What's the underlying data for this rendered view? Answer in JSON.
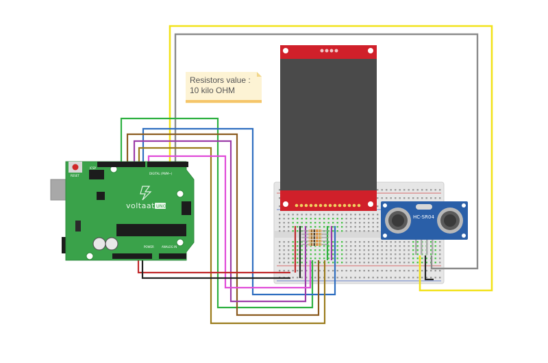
{
  "note": {
    "line1": "Resistors value :",
    "line2": "10 kilo OHM"
  },
  "arduino": {
    "brand": "voltaat",
    "model": "UNO",
    "reset_label": "RESET",
    "icsp_label": "ICSP",
    "digital_label": "DIGITAL (PWM~)",
    "power_label": "POWER",
    "analog_label": "ANALOG IN"
  },
  "sensor": {
    "label": "HC-SR04"
  },
  "colors": {
    "board": "#3aa24a",
    "display_frame": "#d0202a",
    "display_screen": "#4a4a4a",
    "sensor_board": "#2a5fa8",
    "wire_yellow": "#f2e21a",
    "wire_gray": "#8a8a8a",
    "wire_green": "#2db040",
    "wire_blue": "#2e6ec0",
    "wire_brown": "#8a5a1e",
    "wire_purple": "#9c3ca8",
    "wire_olive": "#9a7a1a",
    "wire_magenta": "#e04ad8",
    "wire_red": "#c0282a",
    "wire_black": "#222222"
  }
}
